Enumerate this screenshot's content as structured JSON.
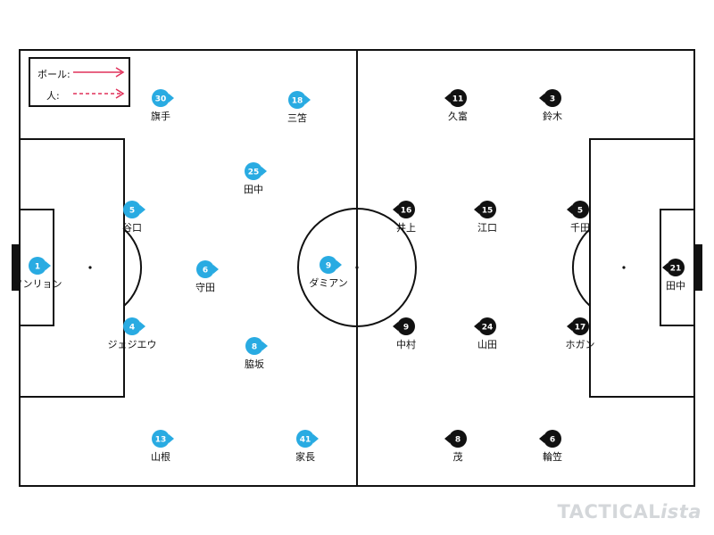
{
  "legend": {
    "ball_label": "ボール:",
    "person_label": "人:",
    "ball_color": "#e0305a",
    "person_color": "#e0305a"
  },
  "watermark": {
    "main": "TACTICAL",
    "suffix": "ista"
  },
  "colors": {
    "home": "#29abe2",
    "away": "#111111",
    "line": "#111111"
  },
  "home_players": [
    {
      "number": "30",
      "name": "旗手"
    },
    {
      "number": "18",
      "name": "三笘"
    },
    {
      "number": "25",
      "name": "田中"
    },
    {
      "number": "5",
      "name": "谷口"
    },
    {
      "number": "1",
      "name": "ソンリョン"
    },
    {
      "number": "6",
      "name": "守田"
    },
    {
      "number": "9",
      "name": "ダミアン"
    },
    {
      "number": "4",
      "name": "ジェジエウ"
    },
    {
      "number": "8",
      "name": "脇坂"
    },
    {
      "number": "13",
      "name": "山根"
    },
    {
      "number": "41",
      "name": "家長"
    }
  ],
  "away_players": [
    {
      "number": "11",
      "name": "久富"
    },
    {
      "number": "3",
      "name": "鈴木"
    },
    {
      "number": "16",
      "name": "井上"
    },
    {
      "number": "15",
      "name": "江口"
    },
    {
      "number": "5",
      "name": "千田"
    },
    {
      "number": "21",
      "name": "田中"
    },
    {
      "number": "9",
      "name": "中村"
    },
    {
      "number": "24",
      "name": "山田"
    },
    {
      "number": "17",
      "name": "ホガン"
    },
    {
      "number": "8",
      "name": "茂"
    },
    {
      "number": "6",
      "name": "輪笠"
    }
  ]
}
